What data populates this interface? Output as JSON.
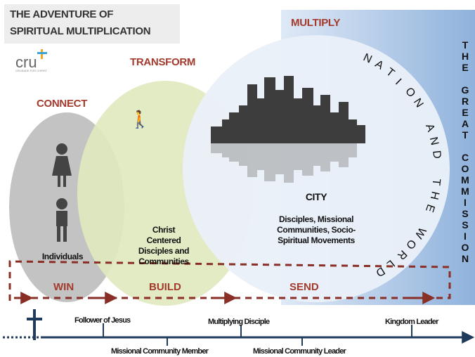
{
  "title": {
    "line1": "THE ADVENTURE OF",
    "line2": "SPIRITUAL MULTIPLICATION"
  },
  "logo": {
    "text": "cru",
    "tagline": "CRUSADE FOR CHRIST"
  },
  "phases": {
    "connect": "CONNECT",
    "transform": "TRANSFORM",
    "multiply": "MULTIPLY"
  },
  "circles": {
    "individuals": "Individuals",
    "christ_centered": [
      "Christ",
      "Centered",
      "Disciples and",
      "Communities"
    ],
    "city_title": "CITY",
    "city_desc": [
      "Disciples, Missional",
      "Communities, Socio-",
      "Spiritual Movements"
    ]
  },
  "arc_text": "NATION AND THE WORLD",
  "arrow_labels": {
    "win": "WIN",
    "build": "BUILD",
    "send": "SEND"
  },
  "great_commission": [
    "T",
    "H",
    "E",
    "",
    "G",
    "R",
    "E",
    "A",
    "T",
    "",
    "C",
    "O",
    "M",
    "M",
    "I",
    "S",
    "S",
    "I",
    "O",
    "N"
  ],
  "timeline": {
    "above": [
      "Follower of Jesus",
      "Multiplying Disciple",
      "Kingdom Leader"
    ],
    "below": [
      "Missional Community Member",
      "Missional Community Leader"
    ]
  },
  "colors": {
    "accent": "#a33a2c",
    "right_panel": "#8fb2dc",
    "connect_circle": "#bdbdbd",
    "transform_circle": "#dfe9bf",
    "multiply_circle": "#e7eef8",
    "timeline": "#1f3b5c"
  }
}
